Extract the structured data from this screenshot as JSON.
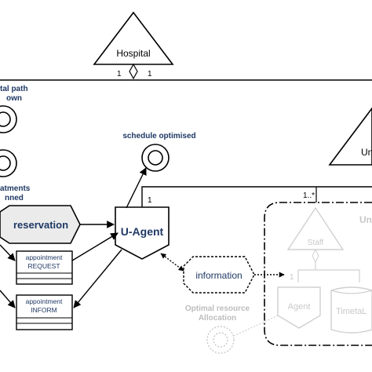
{
  "hospital": {
    "label": "Hospital",
    "mult_left": "1",
    "mult_right": "1"
  },
  "goals": {
    "top_label_line1": "tal path",
    "top_label_line2": "own",
    "bottom_label_line1": "atments",
    "bottom_label_line2": "nned",
    "schedule": "schedule optimised"
  },
  "reservation": {
    "label": "reservation"
  },
  "uagent": {
    "label": "U-Agent",
    "mult_top": "1",
    "mult_far": "1..*"
  },
  "information": {
    "label": "information"
  },
  "messages": [
    {
      "line1": "appointment",
      "line2": "REQUEST"
    },
    {
      "line1": "appointment",
      "line2": "INFORM"
    }
  ],
  "right_top": {
    "label": "Un"
  },
  "unit_group": {
    "title": "Un",
    "staff": "Staff",
    "agent": "Agent",
    "timetable": "TimetaL",
    "mult": "1"
  },
  "optimal": {
    "line1": "Optimal resource",
    "line2": "Allocation"
  },
  "colors": {
    "navy": "#1f3864",
    "grey": "#c8c8c8",
    "black": "#000000"
  }
}
